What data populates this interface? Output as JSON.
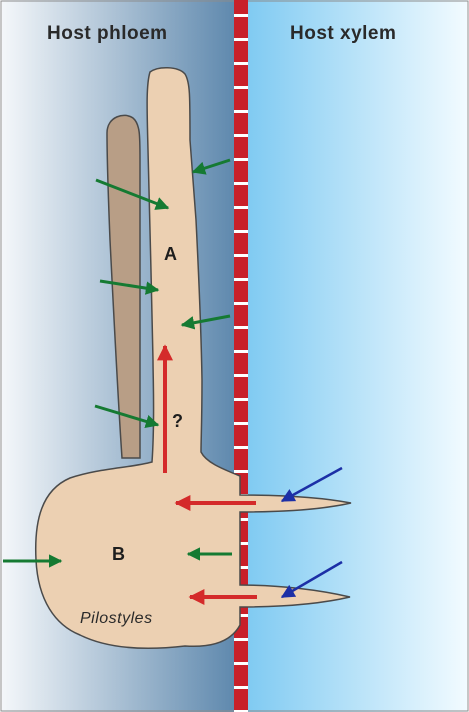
{
  "headers": {
    "left": "Host phloem",
    "right": "Host xylem"
  },
  "labels": {
    "region_a": "A",
    "region_b": "B",
    "question": "?",
    "genus": "Pilostyles"
  },
  "colors": {
    "phloem_dark": "#5e88ad",
    "phloem_light": "#f4f7fa",
    "xylem_dark": "#7fcaf2",
    "xylem_light": "#f2fbff",
    "cambium_red": "#c8202a",
    "endophyte_fill": "#ecd0b2",
    "dark_branch_fill": "#b89e86",
    "green_arrow": "#157a32",
    "red_arrow": "#d42a2a",
    "blue_arrow": "#1c2fa6"
  }
}
